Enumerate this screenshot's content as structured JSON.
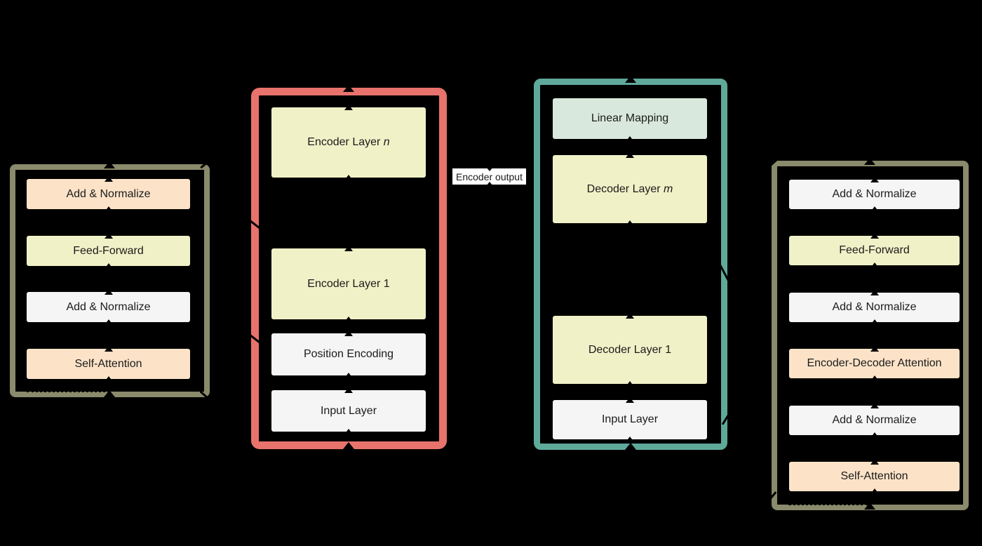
{
  "diagram": {
    "background": "#000000",
    "arrow_color": "#000000",
    "connector_label": {
      "text": "Encoder output",
      "bg": "#ffffff"
    },
    "groups": {
      "encoder_layer_detail": {
        "border_color": "#8a8a6c",
        "items": [
          {
            "label": "Add & Normalize",
            "fill": "#fce3c8"
          },
          {
            "label": "Feed-Forward",
            "fill": "#f1f1c8"
          },
          {
            "label": "Add & Normalize",
            "fill": "#f5f5f5"
          },
          {
            "label": "Self-Attention",
            "fill": "#fce3c8"
          }
        ]
      },
      "encoder": {
        "border_color": "#e8736c",
        "items": [
          {
            "label": "Encoder Layer ",
            "variable": "n",
            "fill": "#f1f1c8"
          },
          {
            "label": "Encoder Layer 1",
            "fill": "#f1f1c8"
          },
          {
            "label": "Position Encoding",
            "fill": "#f5f5f5"
          },
          {
            "label": "Input Layer",
            "fill": "#f5f5f5"
          }
        ]
      },
      "decoder": {
        "border_color": "#5fa99b",
        "items": [
          {
            "label": "Linear Mapping",
            "fill": "#d9e8dc"
          },
          {
            "label": "Decoder Layer ",
            "variable": "m",
            "fill": "#f1f1c8"
          },
          {
            "label": "Decoder Layer 1",
            "fill": "#f1f1c8"
          },
          {
            "label": "Input Layer",
            "fill": "#f5f5f5"
          }
        ]
      },
      "decoder_layer_detail": {
        "border_color": "#8a8a6c",
        "items": [
          {
            "label": "Add & Normalize",
            "fill": "#f5f5f5"
          },
          {
            "label": "Feed-Forward",
            "fill": "#f1f1c8"
          },
          {
            "label": "Add & Normalize",
            "fill": "#f5f5f5"
          },
          {
            "label": "Encoder-Decoder Attention",
            "fill": "#fce3c8"
          },
          {
            "label": "Add & Normalize",
            "fill": "#f5f5f5"
          },
          {
            "label": "Self-Attention",
            "fill": "#fce3c8"
          }
        ]
      }
    }
  }
}
